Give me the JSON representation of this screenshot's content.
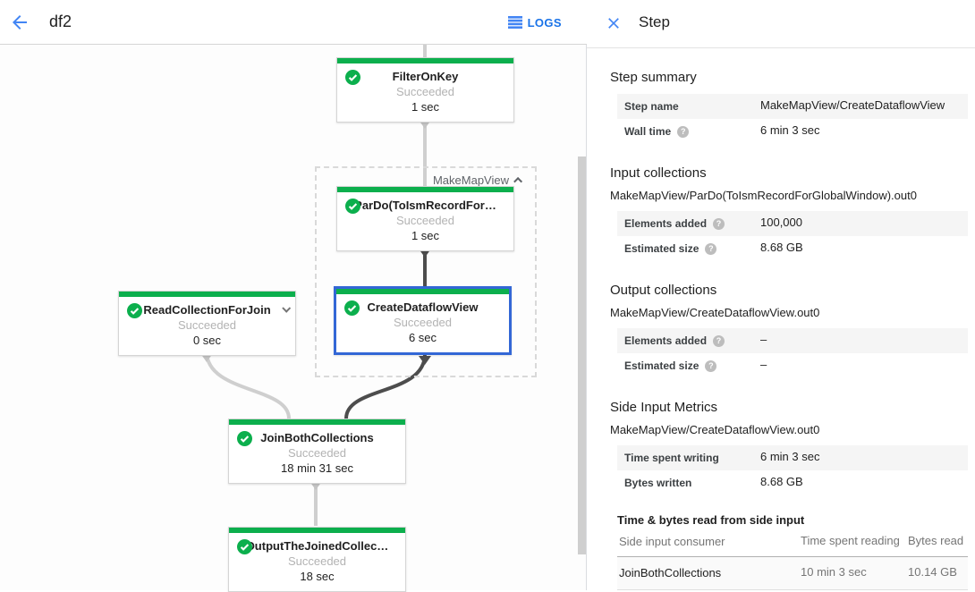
{
  "colors": {
    "accent_blue": "#1a73e8",
    "icon_blue": "#4285f4",
    "success_green": "#0caf4d",
    "selected_border": "#3367d6"
  },
  "topbar": {
    "title": "df2",
    "logs_label": "LOGS"
  },
  "detail_header": {
    "title": "Step"
  },
  "graph": {
    "group": {
      "label": "MakeMapView",
      "collapse_icon": "chevron-up"
    },
    "nodes": {
      "filter_on_key": {
        "name": "FilterOnKey",
        "status": "Succeeded",
        "time": "1 sec"
      },
      "pardo": {
        "name": "ParDo(ToIsmRecordFor…",
        "status": "Succeeded",
        "time": "1 sec"
      },
      "create_dataflow_view": {
        "name": "CreateDataflowView",
        "status": "Succeeded",
        "time": "6 sec",
        "selected": true
      },
      "read_collection_for_join": {
        "name": "ReadCollectionForJoin",
        "status": "Succeeded",
        "time": "0 sec",
        "expand_icon": "chevron-down"
      },
      "join_both_collections": {
        "name": "JoinBothCollections",
        "status": "Succeeded",
        "time": "18 min 31 sec"
      },
      "output_the_joined": {
        "name": "OutputTheJoinedCollec…",
        "status": "Succeeded",
        "time": "18 sec"
      }
    }
  },
  "sections": {
    "step_summary": {
      "heading": "Step summary",
      "rows": [
        {
          "label": "Step name",
          "value": "MakeMapView/CreateDataflowView"
        },
        {
          "label": "Wall time",
          "help": true,
          "value": "6 min 3 sec"
        }
      ]
    },
    "input_collections": {
      "heading": "Input collections",
      "collection": "MakeMapView/ParDo(ToIsmRecordForGlobalWindow).out0",
      "rows": [
        {
          "label": "Elements added",
          "help": true,
          "value": "100,000"
        },
        {
          "label": "Estimated size",
          "help": true,
          "value": "8.68 GB"
        }
      ]
    },
    "output_collections": {
      "heading": "Output collections",
      "collection": "MakeMapView/CreateDataflowView.out0",
      "rows": [
        {
          "label": "Elements added",
          "help": true,
          "value": "–"
        },
        {
          "label": "Estimated size",
          "help": true,
          "value": "–"
        }
      ]
    },
    "side_input_metrics": {
      "heading": "Side Input Metrics",
      "collection": "MakeMapView/CreateDataflowView.out0",
      "rows": [
        {
          "label": "Time spent writing",
          "value": "6 min 3 sec"
        },
        {
          "label": "Bytes written",
          "value": "8.68 GB"
        }
      ]
    },
    "side_input_table": {
      "title": "Time & bytes read from side input",
      "headers": [
        "Side input consumer",
        "Time spent reading",
        "Bytes read"
      ],
      "rows": [
        {
          "consumer": "JoinBothCollections",
          "time": "10 min 3 sec",
          "bytes": "10.14 GB"
        }
      ]
    }
  }
}
